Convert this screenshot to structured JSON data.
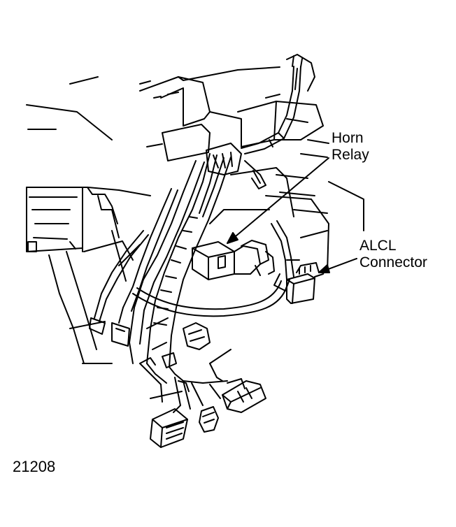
{
  "labels": {
    "horn_relay": [
      "Horn",
      "Relay"
    ],
    "alcl_connector": [
      "ALCL",
      "Connector"
    ]
  },
  "figure_number": "21208",
  "colors": {
    "ink": "#000000",
    "paper": "#ffffff"
  }
}
